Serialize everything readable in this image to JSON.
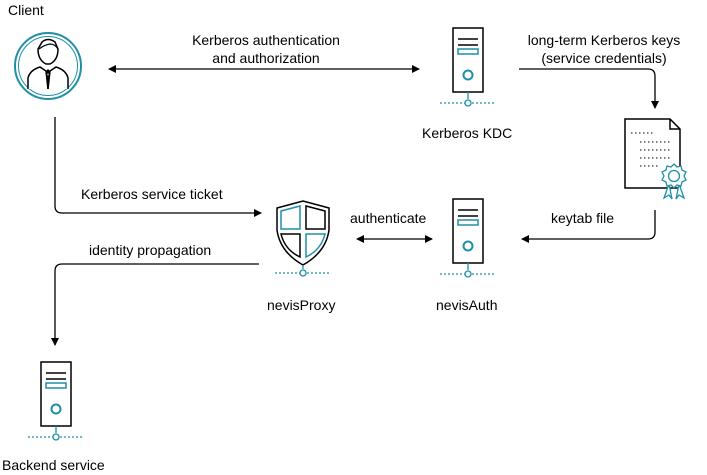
{
  "nodes": {
    "client": "Client",
    "kdc": "Kerberos KDC",
    "proxy": "nevisProxy",
    "auth": "nevisAuth",
    "backend": "Backend service"
  },
  "edges": {
    "kerberos_auth_line1": "Kerberos authentication",
    "kerberos_auth_line2": "and authorization",
    "long_term_line1": "long-term Kerberos keys",
    "long_term_line2": "(service credentials)",
    "service_ticket": "Kerberos service ticket",
    "authenticate": "authenticate",
    "keytab": "keytab file",
    "identity_propagation": "identity propagation"
  },
  "icons": {
    "client": "person-icon",
    "kdc": "server-icon",
    "keytab": "certificate-document-icon",
    "proxy": "shield-icon",
    "auth": "server-icon",
    "backend": "server-icon"
  },
  "colors": {
    "accent": "#1f8fa8",
    "stroke": "#000000",
    "line": "#000000"
  }
}
